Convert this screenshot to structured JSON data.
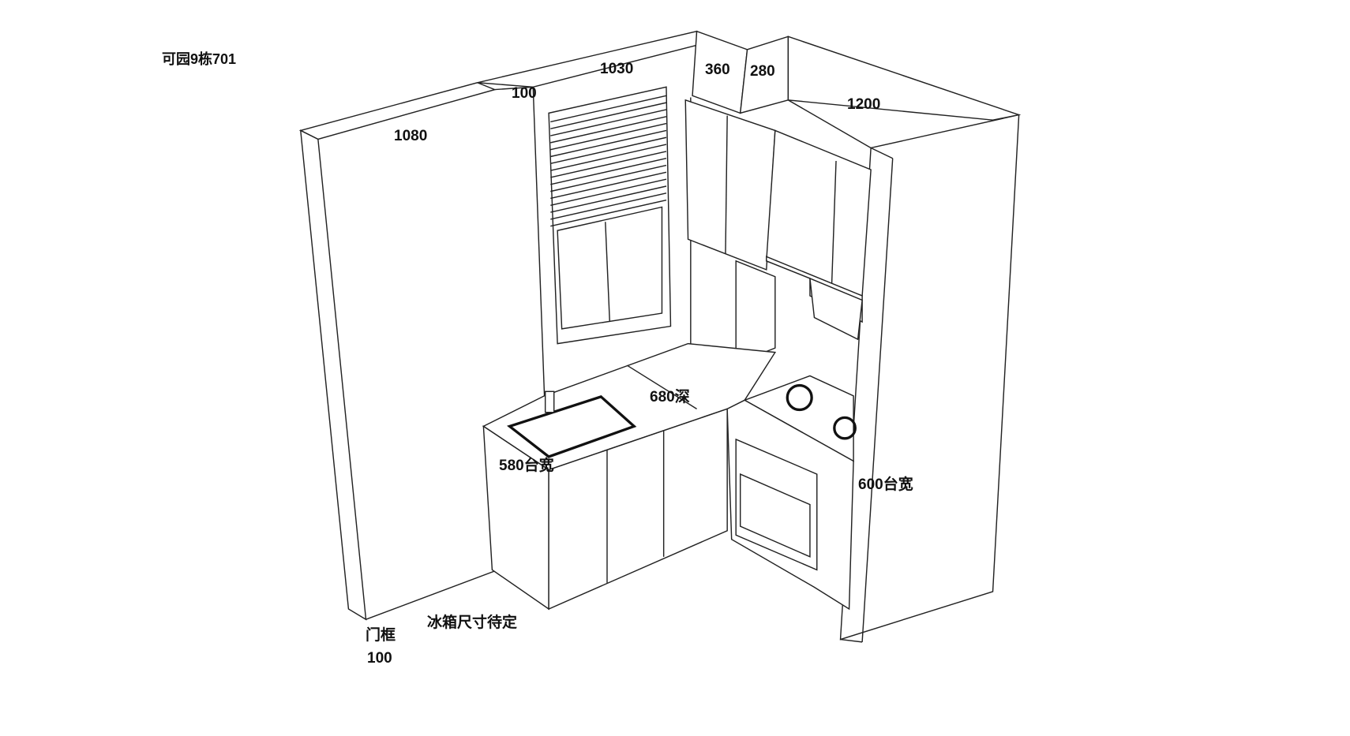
{
  "title": "可园9栋701",
  "dimensions": {
    "left_wall": "1080",
    "door_offset": "100",
    "back_wall": "1030",
    "column_a": "360",
    "column_b": "280",
    "right_wall": "1200",
    "counter_depth": "680深",
    "sink_counter_width": "580台宽",
    "stove_counter_width": "600台宽",
    "fridge_note": "冰箱尺寸待定",
    "door_frame_label": "门框",
    "door_frame_size": "100"
  }
}
